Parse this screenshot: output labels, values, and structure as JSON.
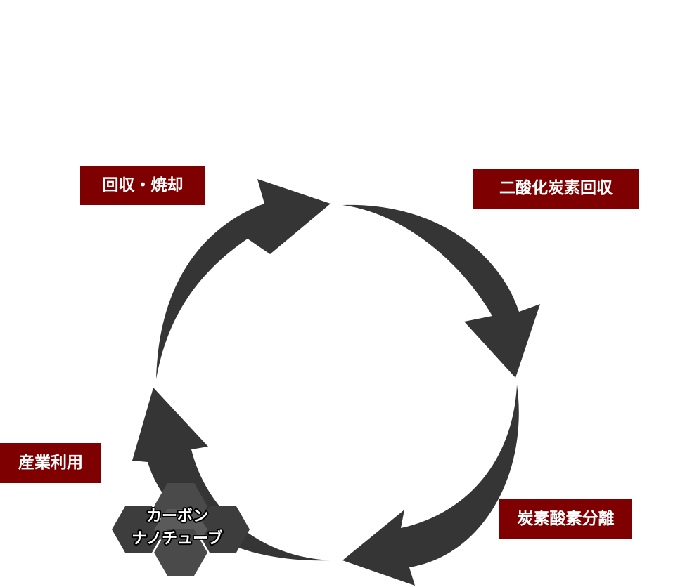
{
  "stages": {
    "collect_burn": "回収・焼却",
    "co2_capture": "二酸化炭素回収",
    "carbon_oxygen_split": "炭素酸素分離",
    "industrial_use": "産業利用"
  },
  "product": {
    "line1": "カーボン",
    "line2": "ナノチューブ"
  },
  "colors": {
    "arrow": "#353535",
    "label_bg": "#7f0000",
    "label_text": "#ffffff",
    "hex_dark": "#3f3f3f",
    "hex_light": "#5a5a5a"
  }
}
